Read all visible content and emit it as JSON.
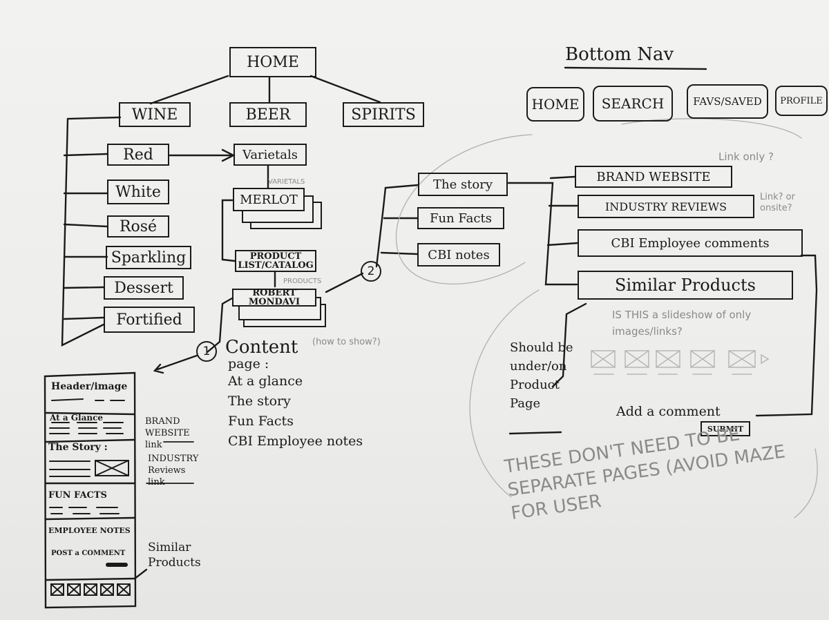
{
  "sitemap": {
    "home": "HOME",
    "categories": [
      "WINE",
      "BEER",
      "SPIRITS"
    ],
    "wine_types": [
      "Red",
      "White",
      "Rosé",
      "Sparkling",
      "Dessert",
      "Fortified"
    ],
    "varietals": "Varietals",
    "varietals_note": "VARIETALS",
    "merlot": "MERLOT",
    "product_list": "PRODUCT LIST/CATALOG",
    "products_note": "PRODUCTS",
    "robert_mondavi": "ROBERT MONDAVI",
    "marker_1": "1",
    "marker_2": "2"
  },
  "content_page": {
    "title": "Content",
    "title_line2": "page :",
    "note": "(how to show?)",
    "items": [
      "At a glance",
      "The story",
      "Fun Facts",
      "CBI Employee notes"
    ]
  },
  "product_branches": [
    "The story",
    "Fun Facts",
    "CBI notes"
  ],
  "story_children": [
    "BRAND WEBSITE",
    "INDUSTRY REVIEWS",
    "CBI Employee comments",
    "Similar Products"
  ],
  "story_notes": {
    "link_only": "Link only ?",
    "link_or_onsite": "Link? or onsite?",
    "slideshow": "IS THIS a slideshow of only images/links?",
    "add_comment": "Add a comment",
    "submit": "SUBMIT",
    "placement": "Should be under/on Product Page",
    "separate": "THESE DON'T NEED TO BE SEPARATE PAGES (AVOID MAZE FOR USER"
  },
  "bottom_nav": {
    "title": "Bottom Nav",
    "items": [
      "HOME",
      "SEARCH",
      "FAVS/SAVED",
      "PROFILE"
    ]
  },
  "wireframe": {
    "header": "Header/image",
    "glance": "At a Glance",
    "story": "The Story :",
    "fun_facts": "FUN FACTS",
    "employee_notes": "EMPLOYEE NOTES",
    "post_comment": "POST a COMMENT",
    "notes": [
      "BRAND WEBSITE link",
      "INDUSTRY Reviews link",
      "Similar Products"
    ]
  }
}
